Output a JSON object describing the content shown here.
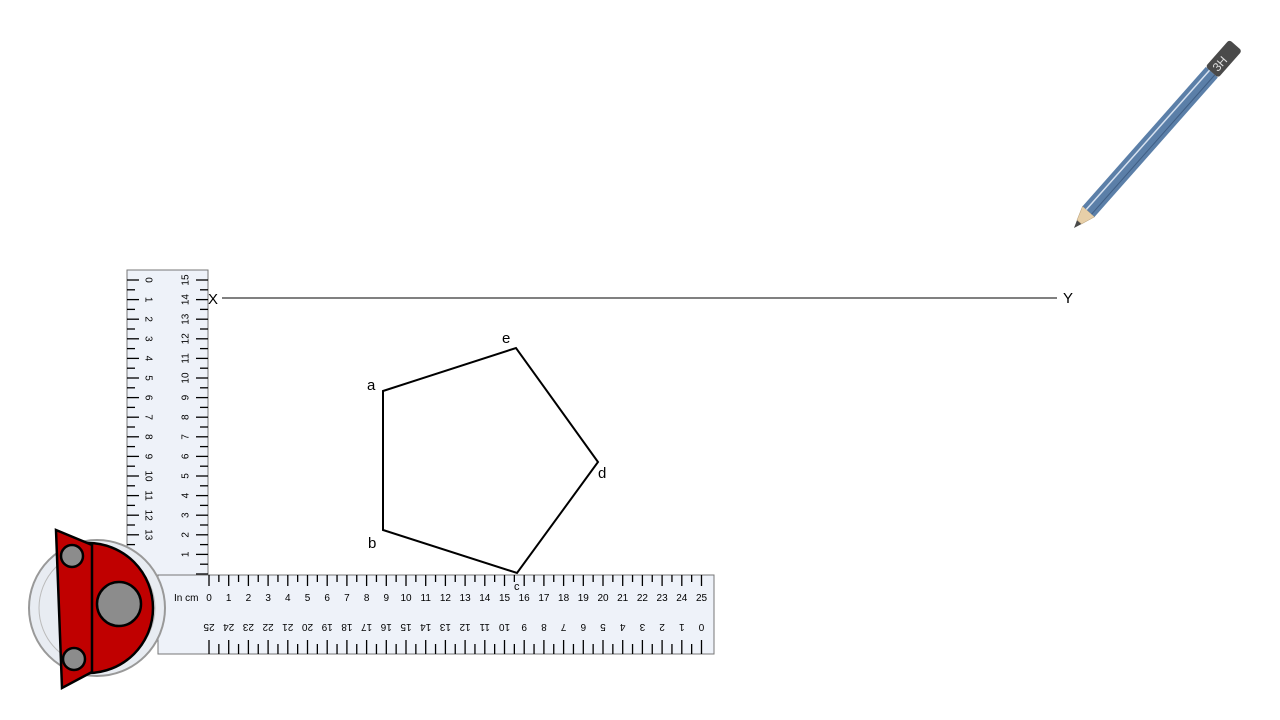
{
  "line_labels": {
    "x_end": "X",
    "y_end": "Y"
  },
  "polygon": {
    "vertex_labels": {
      "a": "a",
      "b": "b",
      "c": "c",
      "d": "d",
      "e": "e"
    }
  },
  "pencil": {
    "grade": "3H",
    "body_color": "#5b7fa8",
    "tip_color": "#4a4a4a"
  },
  "horizontal_ruler": {
    "unit_label": "In cm",
    "top_scale": [
      "0",
      "1",
      "2",
      "3",
      "4",
      "5",
      "6",
      "7",
      "8",
      "9",
      "10",
      "11",
      "12",
      "13",
      "14",
      "15",
      "16",
      "17",
      "18",
      "19",
      "20",
      "21",
      "22",
      "23",
      "24",
      "25"
    ],
    "bottom_scale": [
      "25",
      "24",
      "23",
      "22",
      "21",
      "20",
      "19",
      "18",
      "17",
      "16",
      "15",
      "14",
      "13",
      "12",
      "11",
      "10",
      "9",
      "8",
      "7",
      "6",
      "5",
      "4",
      "3",
      "2",
      "1",
      "0"
    ]
  },
  "vertical_ruler": {
    "left_scale": [
      "0",
      "1",
      "2",
      "3",
      "4",
      "5",
      "6",
      "7",
      "8",
      "9",
      "10",
      "11",
      "12",
      "13"
    ],
    "right_scale": [
      "15",
      "14",
      "13",
      "12",
      "11",
      "10",
      "9",
      "8",
      "7",
      "6",
      "5",
      "4",
      "3",
      "2",
      "1"
    ]
  },
  "colors": {
    "ruler_fill": "#eef2f9",
    "clamp_red": "#c00000",
    "knob_gray": "#8c8c8c"
  }
}
